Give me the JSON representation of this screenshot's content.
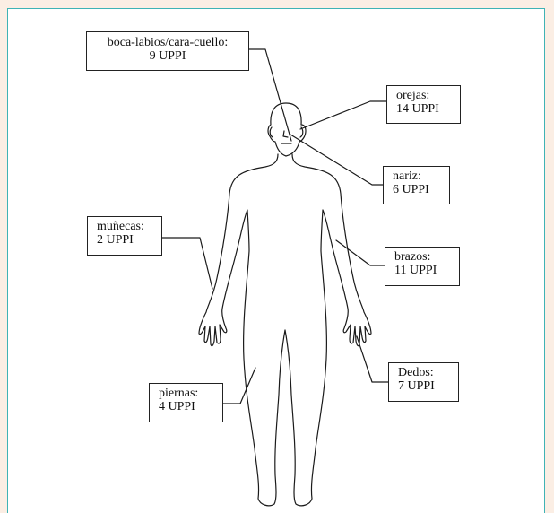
{
  "colors": {
    "frame_border": "#3fb3b5",
    "outer_background": "#fbeee4",
    "panel_background": "#ffffff"
  },
  "labels": {
    "boca": {
      "region": "boca-labios/cara-cuello:",
      "value": "9 UPPI"
    },
    "orejas": {
      "region": "orejas:",
      "value": "14 UPPI"
    },
    "nariz": {
      "region": "nariz:",
      "value": "6 UPPI"
    },
    "munecas": {
      "region": "muñecas:",
      "value": "2 UPPI"
    },
    "brazos": {
      "region": "brazos:",
      "value": "11 UPPI"
    },
    "dedos": {
      "region": "Dedos:",
      "value": "7 UPPI"
    },
    "piernas": {
      "region": "piernas:",
      "value": "4 UPPI"
    }
  }
}
